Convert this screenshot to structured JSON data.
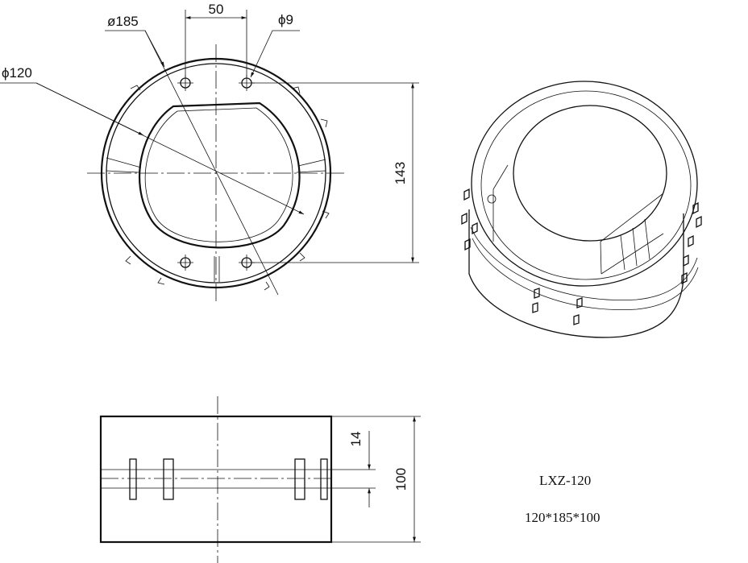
{
  "dimensions": {
    "outer_diameter": "ø185",
    "inner_diameter": "ϕ120",
    "hole_spacing": "50",
    "hole_diameter": "ϕ9",
    "mount_height": "143",
    "groove_width": "14",
    "total_height": "100"
  },
  "model": {
    "code": "LXZ-120",
    "size": "120*185*100"
  },
  "colors": {
    "line": "#111111",
    "background": "#ffffff"
  }
}
